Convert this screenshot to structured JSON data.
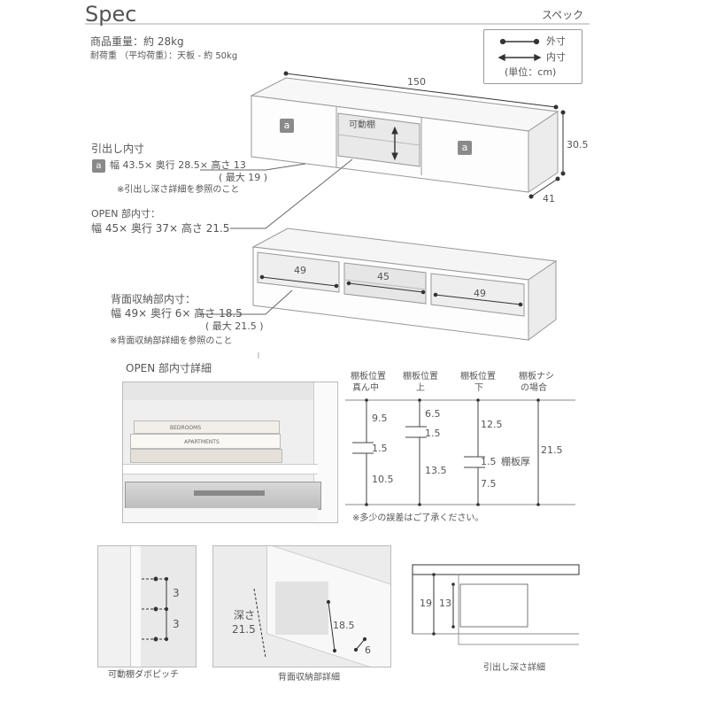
{
  "header": {
    "title": "Spec",
    "subtitle": "スペック"
  },
  "legend": {
    "outer": "外寸",
    "inner": "内寸",
    "unit": "(単位：cm)"
  },
  "weights": {
    "line1": "商品重量：約 28kg",
    "line2": "耐荷重 （平均荷重）：天板 - 約 50kg"
  },
  "main_dims": {
    "width": "150",
    "height": "30.5",
    "depth": "41",
    "shelf_label": "可動棚"
  },
  "drawer_marker": "a",
  "drawer_inner": {
    "heading": "引出し内寸",
    "size": "幅 43.5× 奥行 28.5× 高さ 13",
    "max": "( 最大 19 )",
    "note": "※引出し深さ詳細を参照のこと"
  },
  "open_inner": {
    "heading": "OPEN 部内寸：",
    "size": "幅 45× 奥行 37× 高さ 21.5"
  },
  "back_dims": {
    "left": "49",
    "center": "45",
    "right": "49"
  },
  "back_storage": {
    "heading": "背面収納部内寸：",
    "size": "幅 49× 奥行 6× 高さ 18.5",
    "max": "( 最大 21.5 )",
    "note": "※背面収納部詳細を参照のこと"
  },
  "open_detail": {
    "heading": "OPEN 部内寸詳細"
  },
  "book_texts": {
    "book1": "BEDROOMS",
    "book2": "APARTMENTS"
  },
  "shelf_table": {
    "columns": [
      {
        "line1": "棚板位置",
        "line2": "真ん中"
      },
      {
        "line1": "棚板位置",
        "line2": "上"
      },
      {
        "line1": "棚板位置",
        "line2": "下"
      },
      {
        "line1": "棚板ナシ",
        "line2": "の場合"
      }
    ],
    "col1": {
      "top": "9.5",
      "shelf": "1.5",
      "bottom": "10.5"
    },
    "col2": {
      "top": "6.5",
      "shelf": "1.5",
      "bottom": "13.5"
    },
    "col3": {
      "top": "12.5",
      "shelf": "1.5",
      "shelf_label": "棚板厚",
      "bottom": "7.5"
    },
    "col4": {
      "total": "21.5"
    },
    "note": "※多少の誤差はご了承ください。"
  },
  "pitch": {
    "upper": "3",
    "lower": "3",
    "caption": "可動棚ダボピッチ"
  },
  "back_detail": {
    "depth_label": "深さ",
    "depth_value": "21.5",
    "height": "18.5",
    "depth_small": "6",
    "caption": "背面収納部詳細"
  },
  "drawer_depth": {
    "left": "19",
    "right": "13",
    "caption": "引出し深さ詳細"
  }
}
